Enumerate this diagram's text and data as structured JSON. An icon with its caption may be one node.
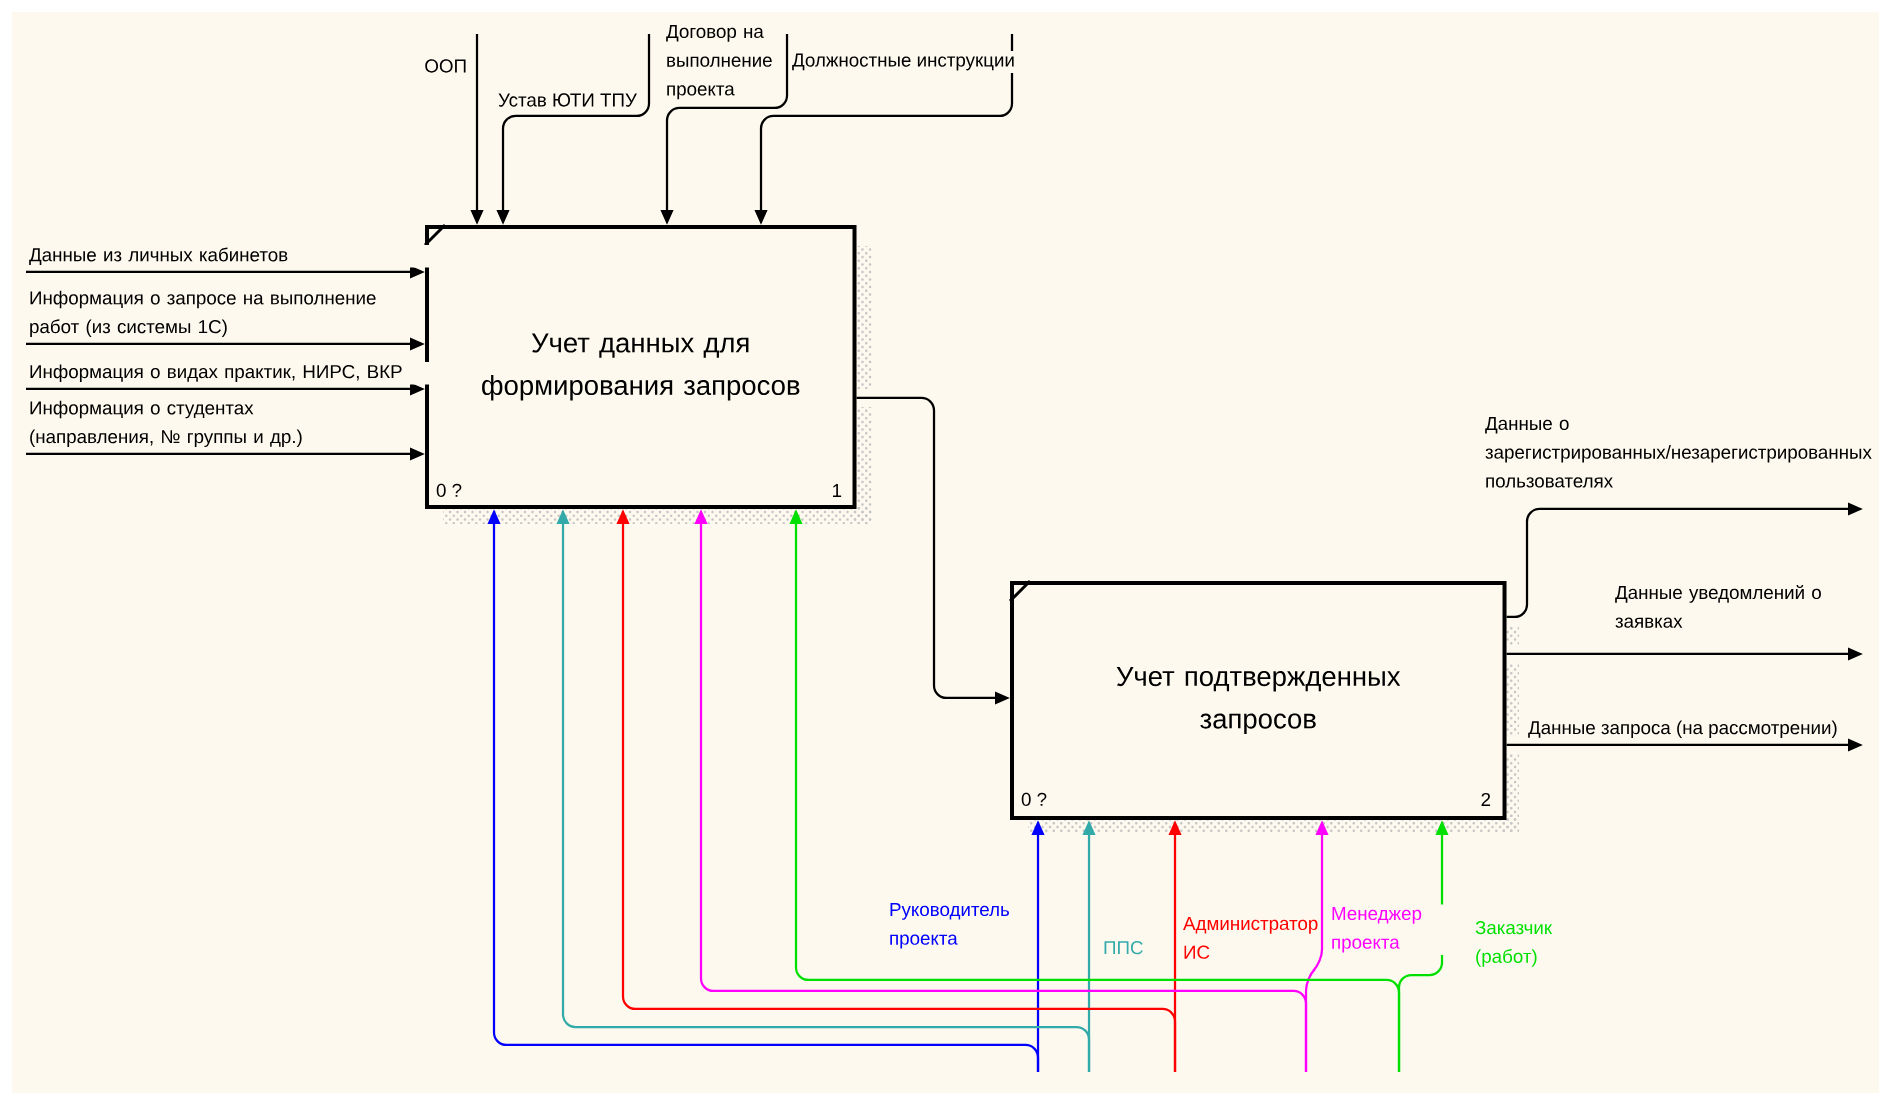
{
  "diagram": {
    "nodes": [
      {
        "text": [
          "Учет данных для формирования запросов",
          "0 ?",
          "1"
        ]
      },
      {
        "text": [
          "Учет подтвержденных запросов",
          "0 ?",
          "2"
        ]
      }
    ],
    "edges": [
      {
        "from": null,
        "to": 0,
        "arrow": "to",
        "label": "ООП"
      },
      {
        "from": null,
        "to": 0,
        "arrow": "to",
        "label": "Устав ЮТИ ТПУ"
      },
      {
        "from": null,
        "to": 0,
        "arrow": "to",
        "label": "Договор на выполнение проекта"
      },
      {
        "from": null,
        "to": 0,
        "arrow": "to",
        "label": "Должностные инструкции"
      },
      {
        "from": null,
        "to": 0,
        "arrow": "to",
        "label": "Данные из личных кабинетов"
      },
      {
        "from": null,
        "to": 0,
        "arrow": "to",
        "label": "Информация о запросе на выполнение работ (из системы 1С)"
      },
      {
        "from": null,
        "to": 0,
        "arrow": "to",
        "label": "Информация о видах практик, НИРС, ВКР"
      },
      {
        "from": null,
        "to": 0,
        "arrow": "to",
        "label": "Информация о студентах (направления, № группы и др.)"
      },
      {
        "from": 0,
        "to": 1,
        "arrow": "to"
      },
      {
        "from": 1,
        "to": null,
        "arrow": "to",
        "label": "Данные о зарегистрированных/незарегистрированных пользователях"
      },
      {
        "from": 1,
        "to": null,
        "arrow": "to",
        "label": "Данные уведомлений о заявках"
      },
      {
        "from": 1,
        "to": null,
        "arrow": "to",
        "label": "Данные запроса (на рассмотрении)"
      },
      {
        "from": null,
        "to": 0,
        "arrow": "to",
        "color": "#0000ff"
      },
      {
        "from": null,
        "to": 1,
        "arrow": "to",
        "color": "#0000ff",
        "label": "Руководитель проекта"
      },
      {
        "from": null,
        "to": 0,
        "arrow": "to",
        "color": "#33aaaa"
      },
      {
        "from": null,
        "to": 1,
        "arrow": "to",
        "color": "#33aaaa",
        "label": "ППС"
      },
      {
        "from": null,
        "to": 0,
        "arrow": "to",
        "color": "#ff0000"
      },
      {
        "from": null,
        "to": 1,
        "arrow": "to",
        "color": "#ff0000",
        "label": "Администратор ИС"
      },
      {
        "from": null,
        "to": 0,
        "arrow": "to",
        "color": "#ff00ff"
      },
      {
        "from": null,
        "to": 1,
        "arrow": "to",
        "color": "#ff00ff",
        "label": "Менеджер проекта"
      },
      {
        "from": null,
        "to": 0,
        "arrow": "to",
        "color": "#00e000"
      },
      {
        "from": null,
        "to": 1,
        "arrow": "to",
        "color": "#00e000",
        "label": "Заказчик (работ)"
      }
    ]
  }
}
